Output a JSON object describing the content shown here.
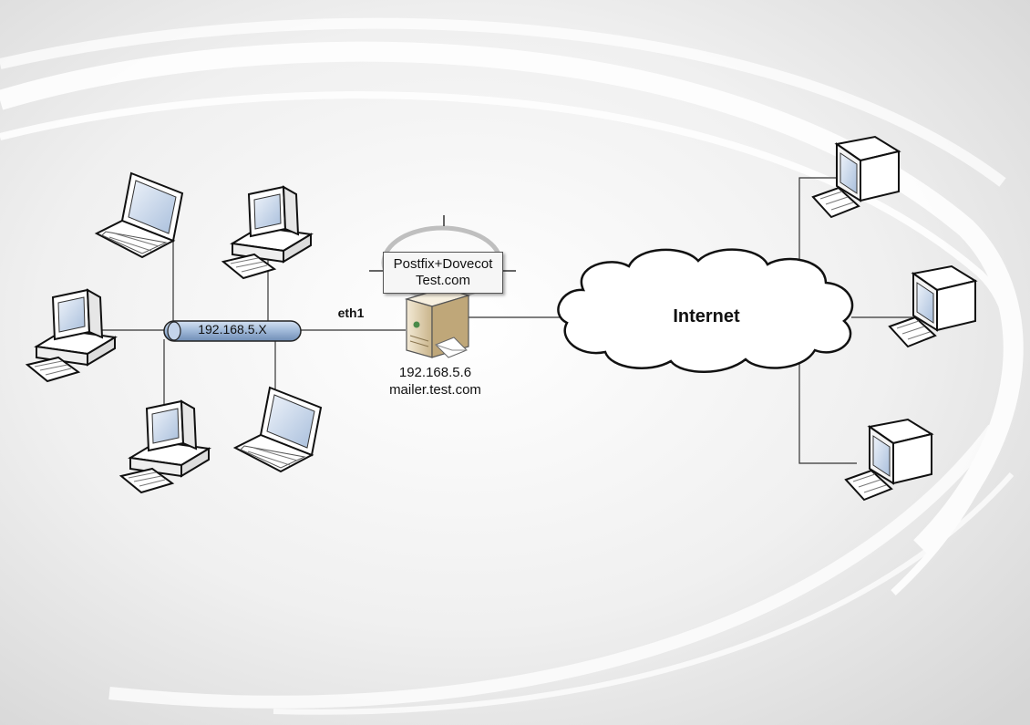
{
  "diagram": {
    "bus_label": "192.168.5.X",
    "interface_label": "eth1",
    "server": {
      "software": "Postfix+Dovecot",
      "domain": "Test.com",
      "ip": "192.168.5.6",
      "hostname": "mailer.test.com"
    },
    "cloud_label": "Internet"
  },
  "icons": {
    "lan_nodes": [
      "laptop-icon",
      "desktop-computer-icon",
      "desktop-computer-icon",
      "desktop-computer-icon",
      "laptop-icon"
    ],
    "internet_nodes": [
      "monitor-icon",
      "monitor-icon",
      "monitor-icon"
    ],
    "server": "mail-server-icon",
    "cloud": "cloud-icon"
  },
  "colors": {
    "bus_fill": "#9fb8d8",
    "line": "#333333",
    "background": "#e9e9e9"
  }
}
